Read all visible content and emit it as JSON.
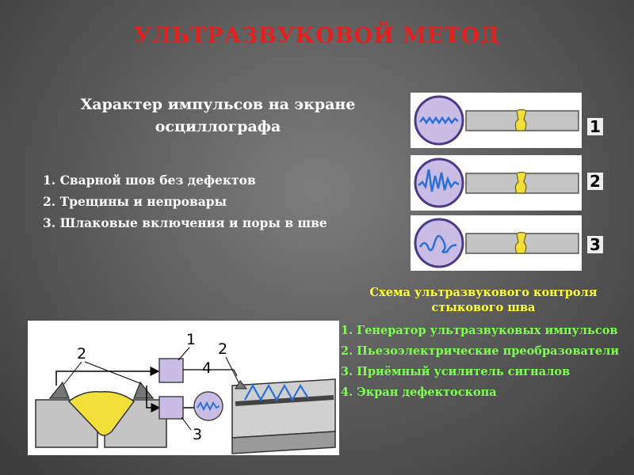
{
  "title": "УЛЬТРАЗВУКОВОЙ МЕТОД",
  "subtitle": "Характер импульсов на экране осциллографа",
  "defects": [
    "1. Сварной шов без дефектов",
    "2. Трещины и непровары",
    "3. Шлаковые включения и поры в шве"
  ],
  "panels": [
    {
      "number": "1"
    },
    {
      "number": "2"
    },
    {
      "number": "3"
    }
  ],
  "scheme_caption": "Схема ультразвукового контроля стыкового шва",
  "legend": [
    "1. Генератор ультразвуковых импульсов",
    "2. Пьезоэлектрические преобразователи",
    "3. Приёмный усилитель сигналов",
    "4. Экран дефектоскопа"
  ],
  "scheme_labels": {
    "generator": "1",
    "transducer_left": "2",
    "transducer_right": "2",
    "amplifier": "3",
    "screen": "4"
  },
  "colors": {
    "title": "#e4201f",
    "caption": "#ffff33",
    "legend": "#7cff4e",
    "weld": "#f2df3a",
    "screen": "#c9bde6",
    "signal": "#2b6fd6"
  }
}
